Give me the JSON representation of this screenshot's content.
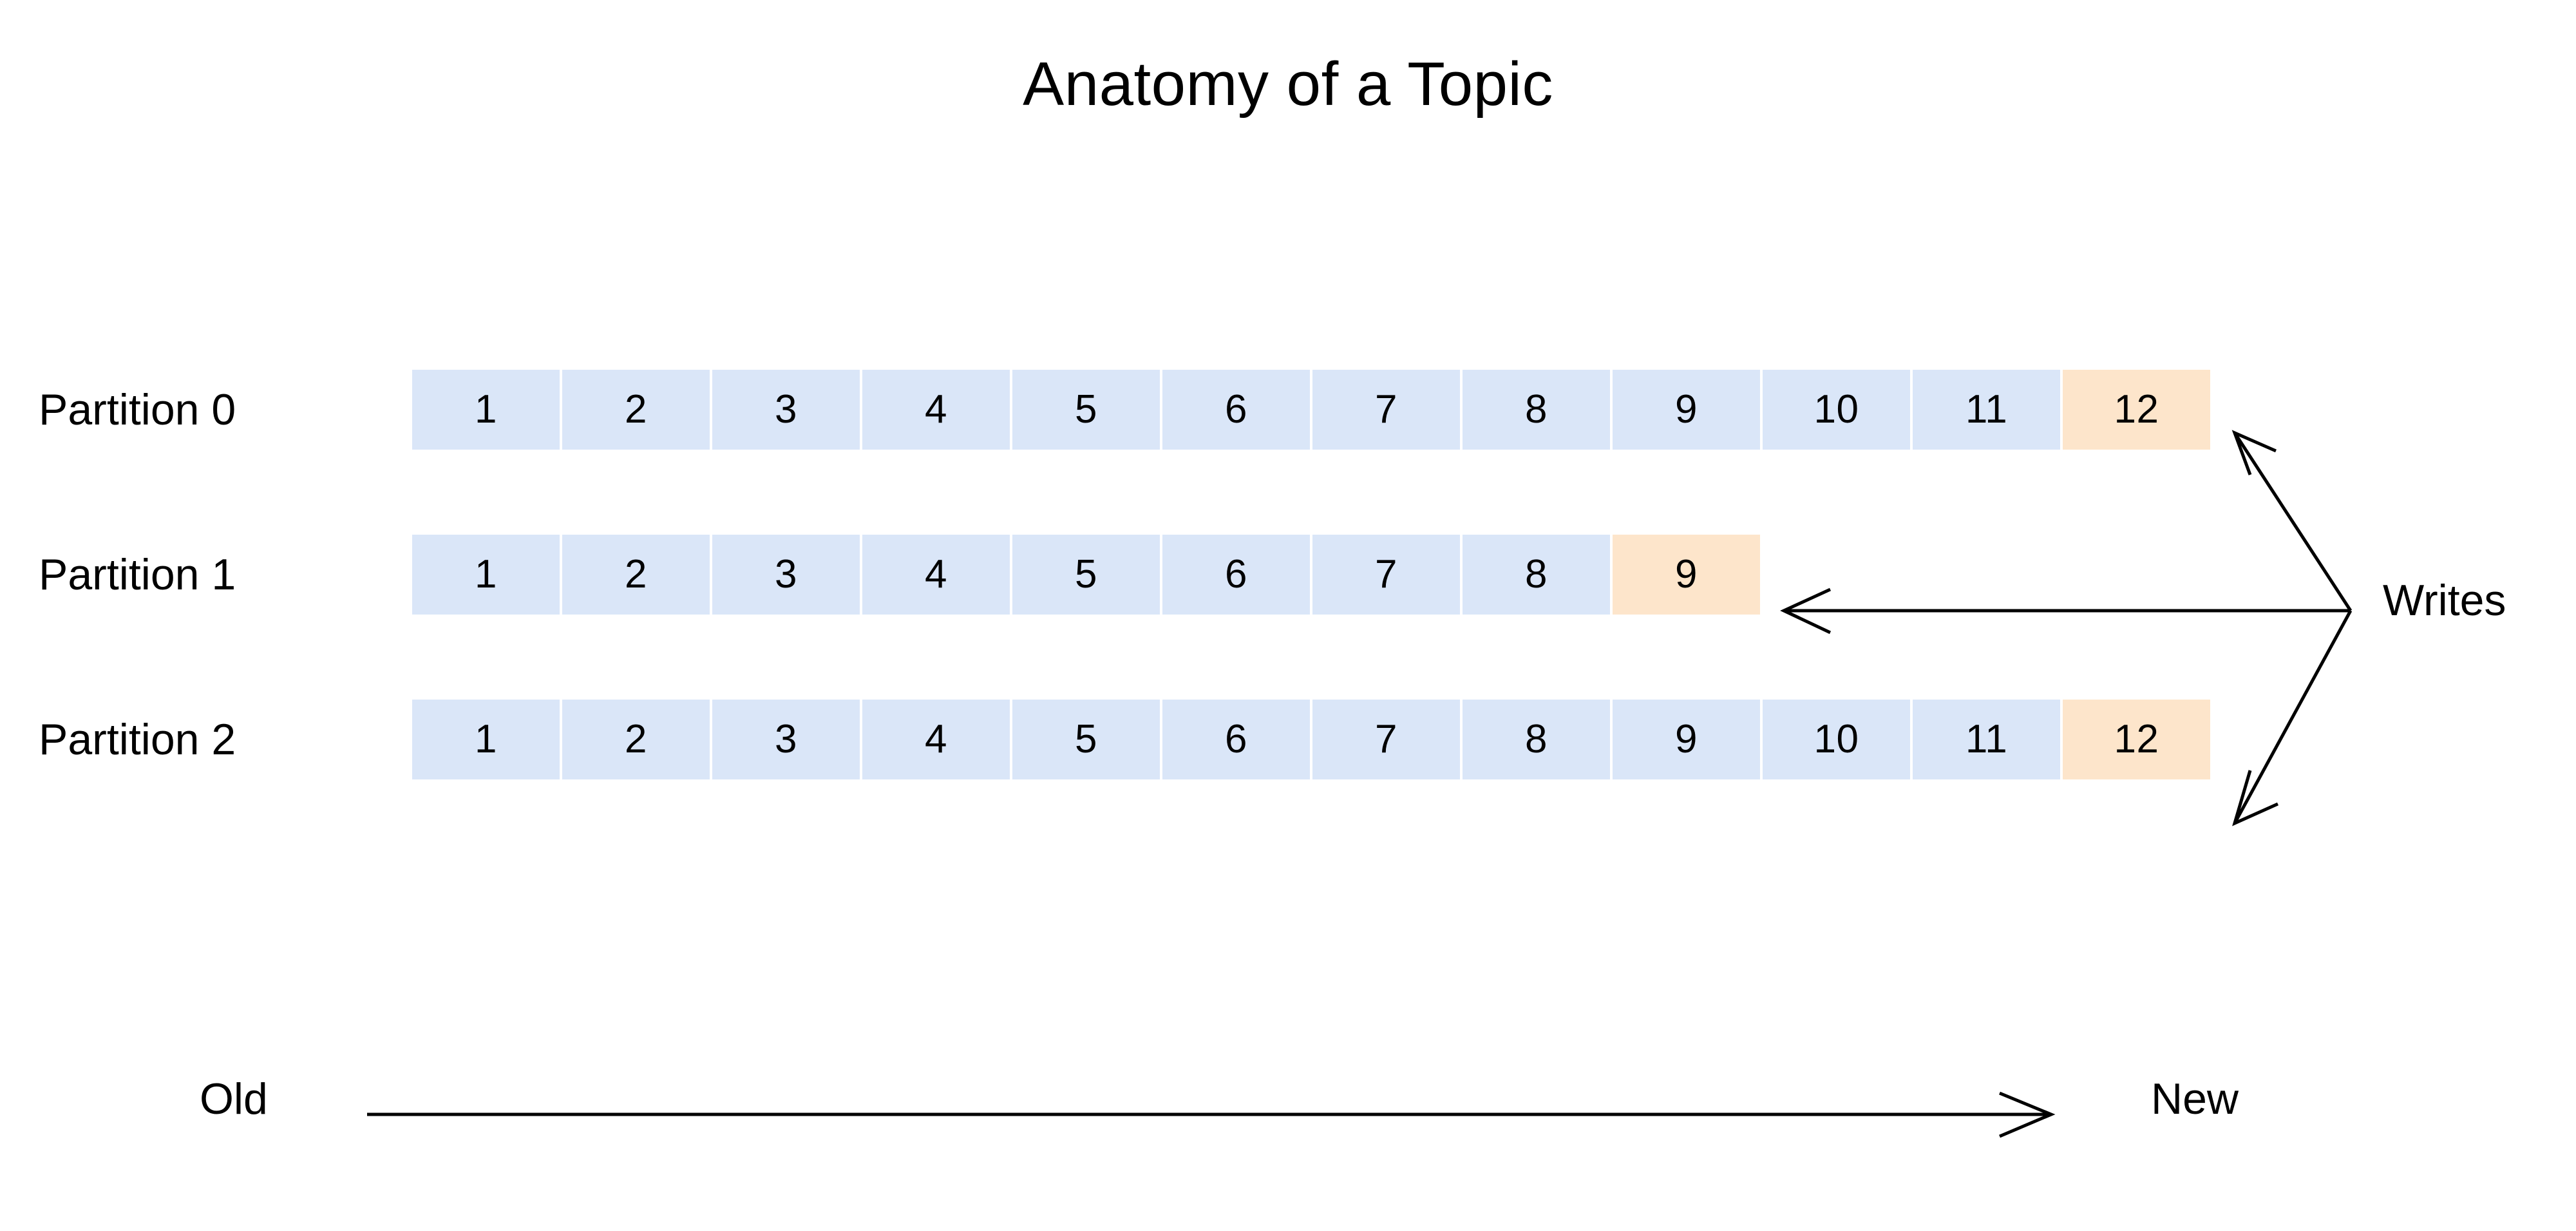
{
  "title": "Anatomy of a Topic",
  "partitions": [
    {
      "label": "Partition 0",
      "cells": [
        "1",
        "2",
        "3",
        "4",
        "5",
        "6",
        "7",
        "8",
        "9",
        "10",
        "11",
        "12"
      ],
      "newest_index": 11
    },
    {
      "label": "Partition 1",
      "cells": [
        "1",
        "2",
        "3",
        "4",
        "5",
        "6",
        "7",
        "8",
        "9"
      ],
      "newest_index": 8
    },
    {
      "label": "Partition 2",
      "cells": [
        "1",
        "2",
        "3",
        "4",
        "5",
        "6",
        "7",
        "8",
        "9",
        "10",
        "11",
        "12"
      ],
      "newest_index": 11
    }
  ],
  "writes": {
    "label": "Writes"
  },
  "timeline": {
    "old_label": "Old",
    "new_label": "New"
  },
  "colors": {
    "cell_fill": "#dae6f8",
    "newest_cell_fill": "#fde5cb",
    "stroke": "#000000",
    "background": "#ffffff",
    "text": "#000000"
  },
  "icons": {
    "write_arrow_partition_0": "arrow-up-left-icon",
    "write_arrow_partition_1": "arrow-left-icon",
    "write_arrow_partition_2": "arrow-down-left-icon",
    "timeline_arrow": "arrow-right-icon"
  }
}
